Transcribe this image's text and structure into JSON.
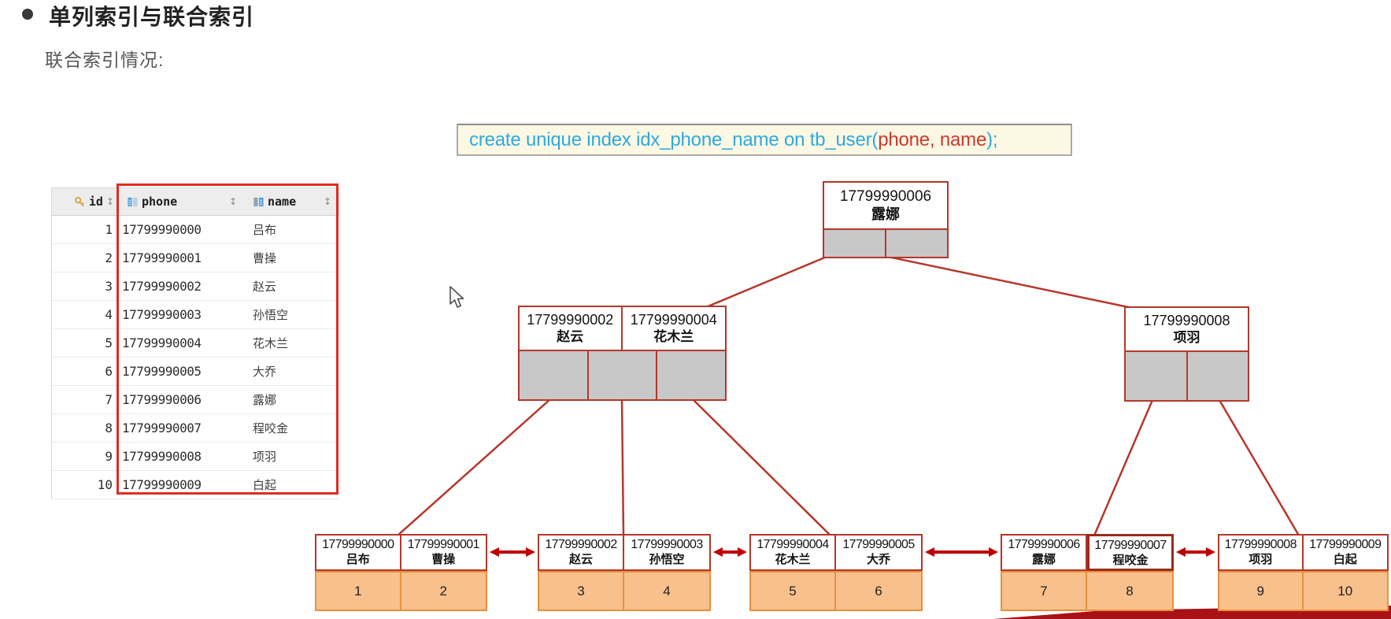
{
  "page": {
    "heading": "单列索引与联合索引",
    "subheading": "联合索引情况:"
  },
  "sql": {
    "segments": [
      {
        "text": "create unique index idx_phone_name on tb_user(",
        "color": "#2ea9e0"
      },
      {
        "text": "phone, name",
        "color": "#cc392e"
      },
      {
        "text": ");",
        "color": "#2ea9e0"
      }
    ],
    "background": "#fcf8e3"
  },
  "table": {
    "columns": [
      {
        "label": "id",
        "icon": "key-icon",
        "sort": "↕"
      },
      {
        "label": "phone",
        "icon": "table-column-icon",
        "sort": "↕"
      },
      {
        "label": "name",
        "icon": "table-column-icon",
        "sort": "↕"
      }
    ],
    "rows": [
      {
        "id": "1",
        "phone": "17799990000",
        "name": "吕布"
      },
      {
        "id": "2",
        "phone": "17799990001",
        "name": "曹操"
      },
      {
        "id": "3",
        "phone": "17799990002",
        "name": "赵云"
      },
      {
        "id": "4",
        "phone": "17799990003",
        "name": "孙悟空"
      },
      {
        "id": "5",
        "phone": "17799990004",
        "name": "花木兰"
      },
      {
        "id": "6",
        "phone": "17799990005",
        "name": "大乔"
      },
      {
        "id": "7",
        "phone": "17799990006",
        "name": "露娜"
      },
      {
        "id": "8",
        "phone": "17799990007",
        "name": "程咬金"
      },
      {
        "id": "9",
        "phone": "17799990008",
        "name": "项羽"
      },
      {
        "id": "10",
        "phone": "17799990009",
        "name": "白起"
      }
    ]
  },
  "tree": {
    "root": {
      "phone": "17799990006",
      "name": "露娜"
    },
    "internal_left": {
      "keys": [
        {
          "phone": "17799990002",
          "name": "赵云"
        },
        {
          "phone": "17799990004",
          "name": "花木兰"
        }
      ]
    },
    "internal_right": {
      "keys": [
        {
          "phone": "17799990008",
          "name": "项羽"
        }
      ]
    },
    "leaves": [
      {
        "entries": [
          {
            "phone": "17799990000",
            "name": "吕布",
            "id": "1"
          },
          {
            "phone": "17799990001",
            "name": "曹操",
            "id": "2"
          }
        ]
      },
      {
        "entries": [
          {
            "phone": "17799990002",
            "name": "赵云",
            "id": "3"
          },
          {
            "phone": "17799990003",
            "name": "孙悟空",
            "id": "4"
          }
        ]
      },
      {
        "entries": [
          {
            "phone": "17799990004",
            "name": "花木兰",
            "id": "5"
          },
          {
            "phone": "17799990005",
            "name": "大乔",
            "id": "6"
          }
        ]
      },
      {
        "entries": [
          {
            "phone": "17799990006",
            "name": "露娜",
            "id": "7"
          },
          {
            "phone": "17799990007",
            "name": "程咬金",
            "id": "8"
          }
        ]
      },
      {
        "entries": [
          {
            "phone": "17799990008",
            "name": "项羽",
            "id": "9"
          },
          {
            "phone": "17799990009",
            "name": "白起",
            "id": "10"
          }
        ]
      }
    ]
  },
  "colors": {
    "node_border_red": "#b5372a",
    "table_highlight_red": "#e12b20",
    "arrow_red": "#c00000",
    "pointer_gray": "#c8c8c8",
    "leaf_orange_fill": "#f7c08d",
    "leaf_orange_border": "#e8913c",
    "code_blue": "#2ea9e0",
    "code_red": "#cc392e",
    "banner_dark_red": "#a81216"
  }
}
